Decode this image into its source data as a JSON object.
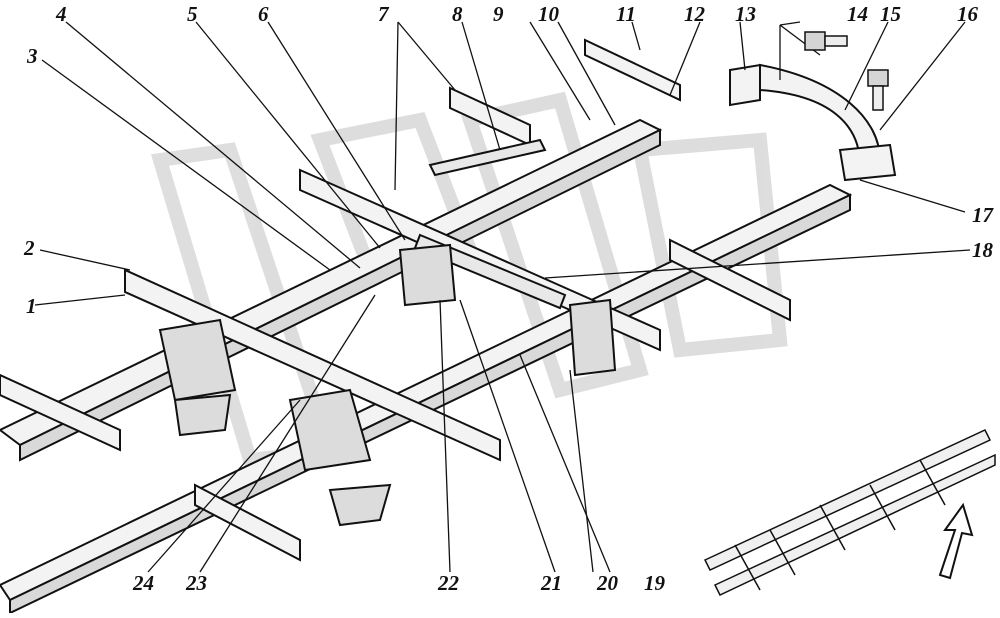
{
  "diagram": {
    "callouts": [
      "1",
      "2",
      "3",
      "4",
      "5",
      "6",
      "7",
      "8",
      "9",
      "10",
      "11",
      "12",
      "13",
      "14",
      "15",
      "16",
      "17",
      "18",
      "19",
      "20",
      "21",
      "22",
      "23",
      "24"
    ],
    "colors": {
      "line": "#111111",
      "fill": "#f2f2f2",
      "shade": "#d9d9d9",
      "watermark": "#cfcfcf"
    },
    "icons": {
      "orientation_arrow": "up-right-arrow-icon",
      "bolt": "bolt-icon",
      "watermark": "watermark-logo"
    }
  }
}
